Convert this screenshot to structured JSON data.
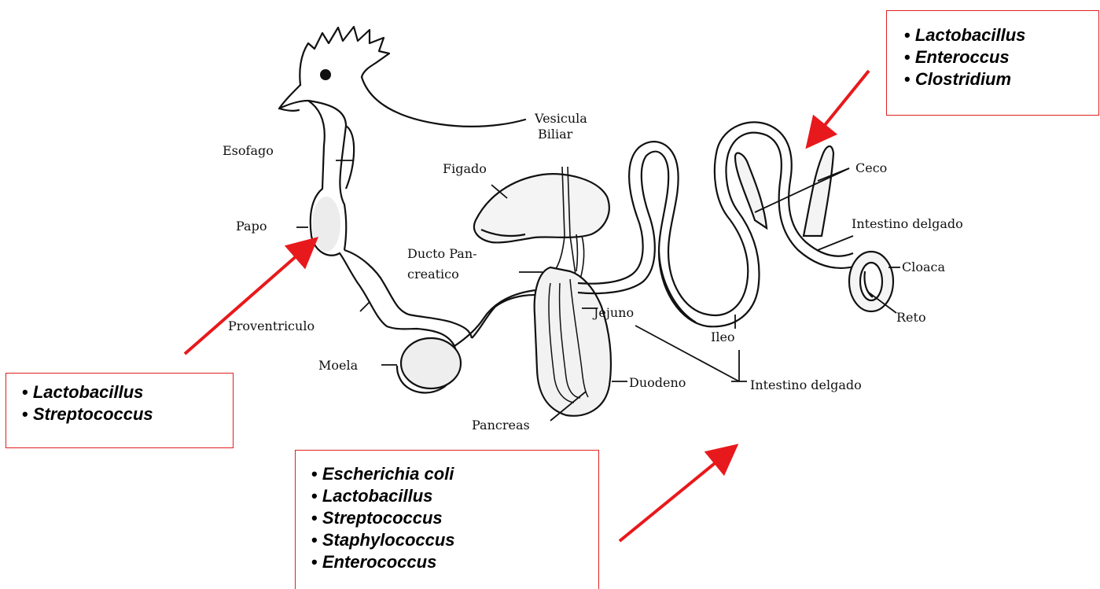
{
  "organ_labels": {
    "esofago": "Esofago",
    "papo": "Papo",
    "proventriculo": "Proventriculo",
    "moela": "Moela",
    "vesicula_line1": "Vesicula",
    "vesicula_line2": "Biliar",
    "figado": "Figado",
    "ducto_line1": "Ducto Pan-",
    "ducto_line2": "creatico",
    "jejuno": "Jejuno",
    "ileo": "Ileo",
    "duodeno": "Duodeno",
    "pancreas": "Pancreas",
    "intestino_delgado_bottom": "Intestino delgado",
    "ceco": "Ceco",
    "intestino_delgado_right": "Intestino delgado",
    "cloaca": "Cloaca",
    "reto": "Reto"
  },
  "bacteria_boxes": {
    "crop": [
      "Lactobacillus",
      "Streptococcus"
    ],
    "intestine": [
      "Escherichia coli",
      "Lactobacillus",
      "Streptococcus",
      "Staphylococcus",
      "Enterococcus"
    ],
    "ceca": [
      "Lactobacillus",
      "Enteroccus",
      "Clostridium"
    ]
  },
  "colors": {
    "arrow": "#e8191c",
    "box_border": "#e02020",
    "outline": "#111111"
  }
}
